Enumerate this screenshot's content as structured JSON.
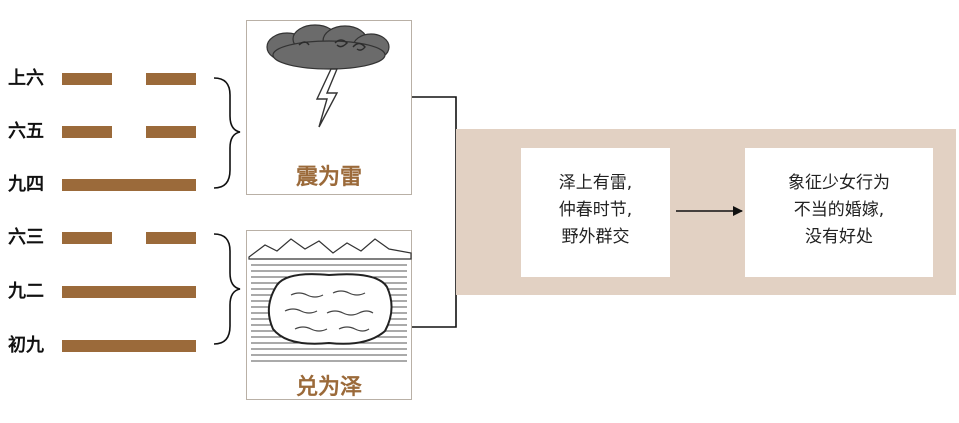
{
  "hexagram_lines": [
    {
      "label": "上六",
      "type": "yin"
    },
    {
      "label": "六五",
      "type": "yin"
    },
    {
      "label": "九四",
      "type": "yang"
    },
    {
      "label": "六三",
      "type": "yin"
    },
    {
      "label": "九二",
      "type": "yang"
    },
    {
      "label": "初九",
      "type": "yang"
    }
  ],
  "trigrams": {
    "upper": {
      "caption": "震为雷",
      "illustration": "thunder-cloud-lightning"
    },
    "lower": {
      "caption": "兑为泽",
      "illustration": "marsh-lake"
    }
  },
  "boxes": {
    "interpretation": [
      "泽上有雷,",
      "仲春时节,",
      "野外群交"
    ],
    "conclusion": [
      "象征少女行为",
      "不当的婚嫁,",
      "没有好处"
    ]
  },
  "colors": {
    "line": "#9b6a3a",
    "band": "#e2d1c3",
    "caption": "#9b6a3a"
  }
}
